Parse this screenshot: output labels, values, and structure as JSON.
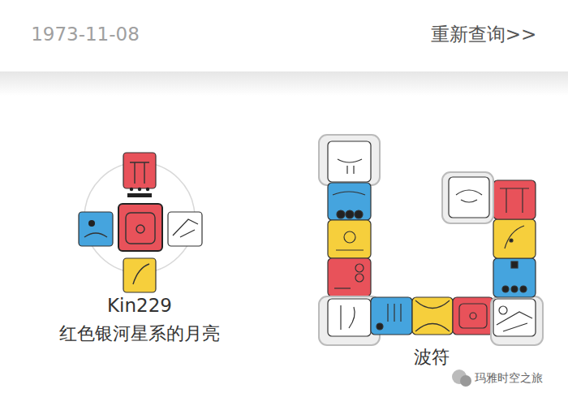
{
  "diagram": {
    "labels": [
      "1973-11-08",
      "重新查询>>",
      "Kin229",
      "红色银河星系的月亮",
      "波符",
      "玛雅时空之旅"
    ]
  }
}
